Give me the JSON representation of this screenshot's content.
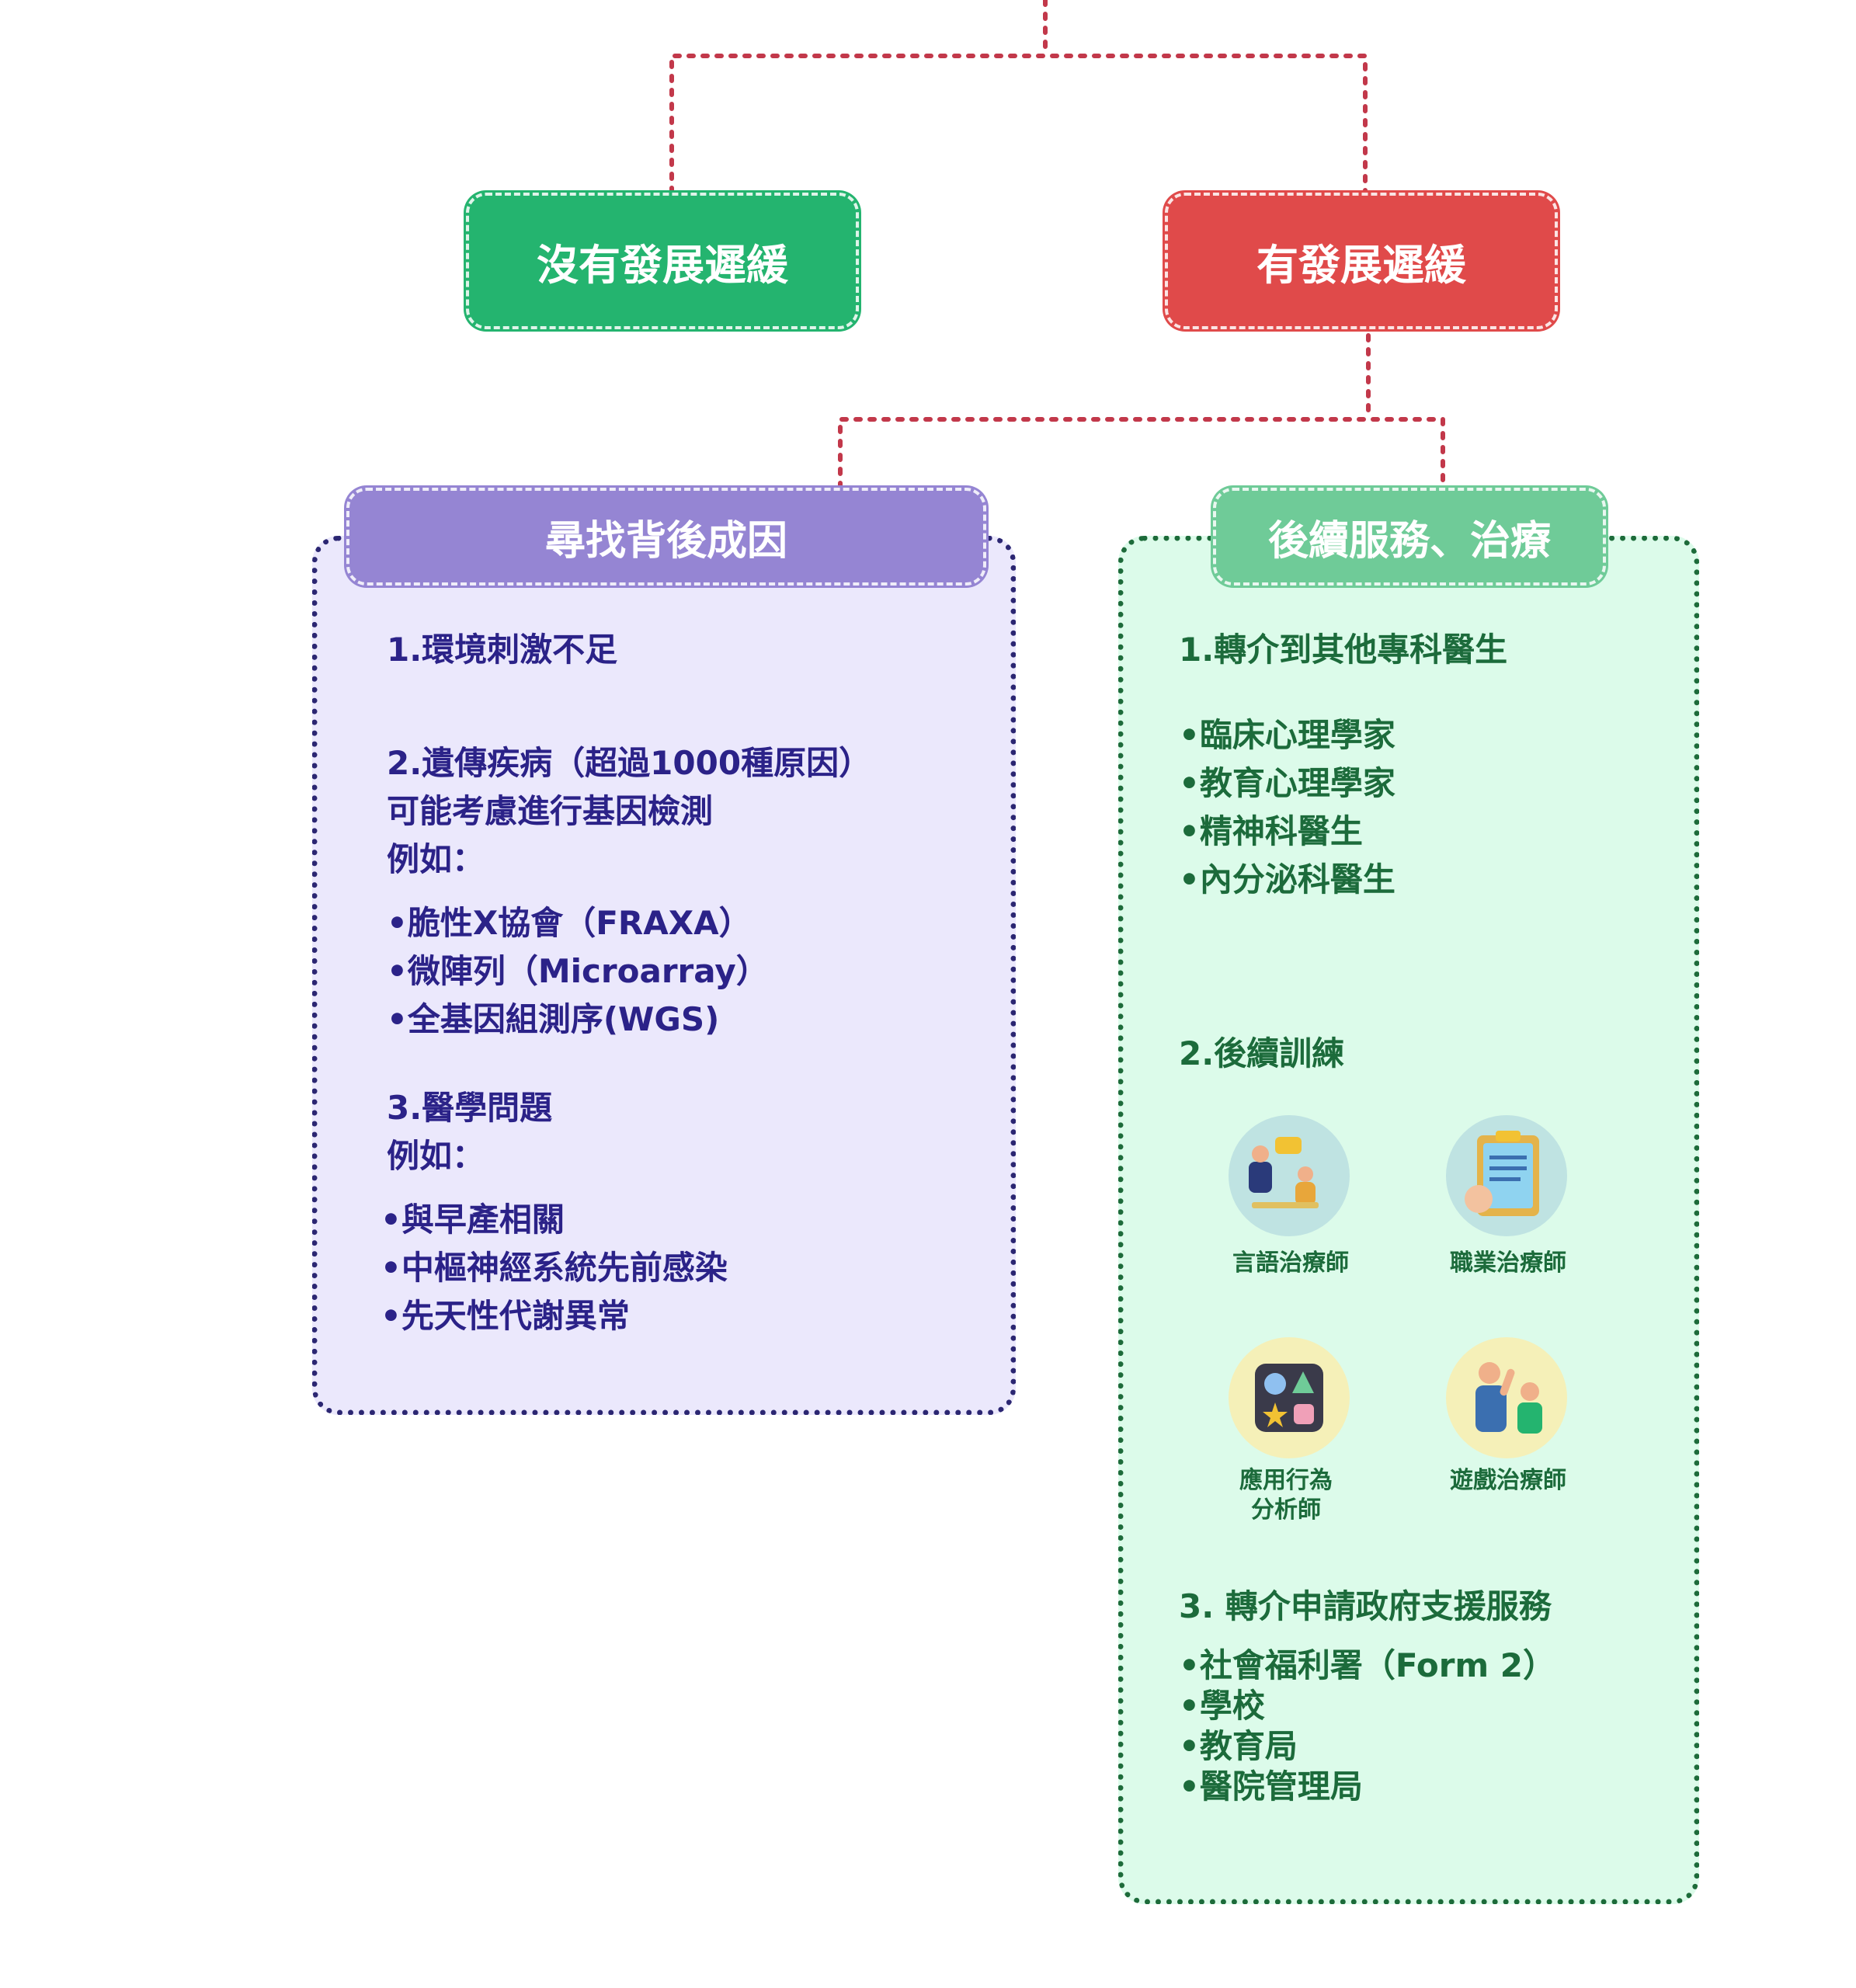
{
  "top_nodes": {
    "no_delay": "沒有發展遲緩",
    "has_delay": "有發展遲緩"
  },
  "causes": {
    "header": "尋找背後成因",
    "item1": "1.環境刺激不足",
    "item2_line1": "2.遺傳疾病（超過1000種原因）",
    "item2_line2": "可能考慮進行基因檢測",
    "item2_line3": "例如：",
    "genetic_tests": [
      "•脆性X協會（FRAXA）",
      "•微陣列（Microarray）",
      "•全基因組測序(WGS)"
    ],
    "item3_line1": "3.醫學問題",
    "item3_line2": "例如：",
    "medical_issues": [
      "•與早產相關",
      "•中樞神經系統先前感染",
      "•先天性代謝異常"
    ]
  },
  "services": {
    "header": "後續服務、治療",
    "item1": "1.轉介到其他專科醫生",
    "specialists": [
      "•臨床心理學家",
      "•教育心理學家",
      "•精神科醫生",
      "•內分泌科醫生"
    ],
    "item2": "2.後續訓練",
    "therapists": [
      {
        "label": "言語治療師",
        "icon": "speech-therapy-icon"
      },
      {
        "label": "職業治療師",
        "icon": "clipboard-icon"
      },
      {
        "label_line1": "應用行為",
        "label_line2": "分析師",
        "icon": "shapes-board-icon"
      },
      {
        "label": "遊戲治療師",
        "icon": "play-high-five-icon"
      }
    ],
    "item3": "3. 轉介申請政府支援服務",
    "support": [
      "•社會福利署（Form 2）",
      "•學校",
      "•教育局",
      "•醫院管理局"
    ]
  },
  "colors": {
    "green": "#24b46f",
    "red": "#e04a4a",
    "purple": "#9585d3",
    "mint": "#6fcb98",
    "connector": "#c2384a",
    "navy_text": "#2b2288",
    "green_text": "#1c6b3b"
  }
}
